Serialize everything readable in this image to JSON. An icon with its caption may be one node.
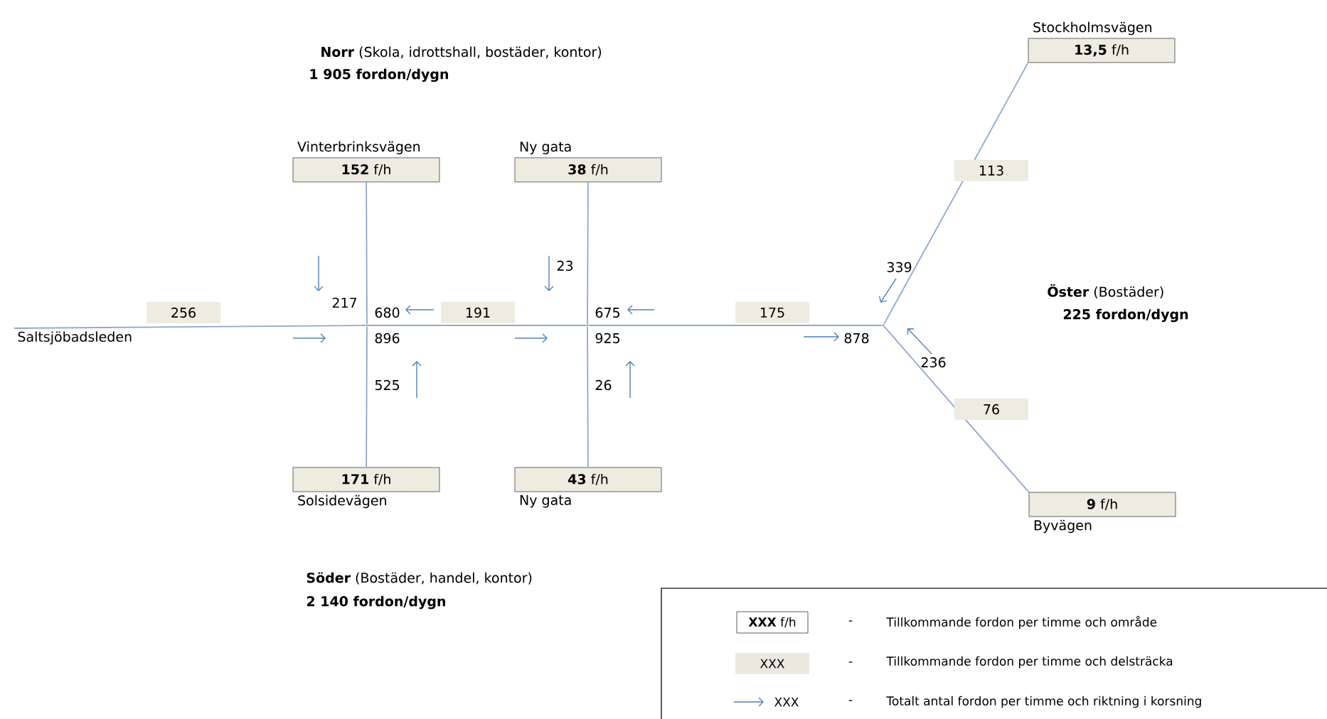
{
  "diagram": {
    "nodes": [
      {
        "text": [
          "**152** f/h"
        ],
        "beside": [
          "Vinterbrinksvägen"
        ]
      },
      {
        "text": [
          "**38** f/h"
        ],
        "beside": [
          "Ny gata"
        ]
      },
      {
        "text": [
          "**13,5** f/h"
        ],
        "beside": [
          "Stockholmsvägen"
        ]
      },
      {
        "text": [
          "**171** f/h"
        ],
        "beside": [
          "Solsidevägen"
        ]
      },
      {
        "text": [
          "**43** f/h"
        ],
        "beside": [
          "Ny gata"
        ]
      },
      {
        "text": [
          "**9** f/h"
        ],
        "beside": [
          "Byvägen"
        ]
      },
      {
        "text": [],
        "shape": "point"
      },
      {
        "text": [],
        "shape": "point"
      },
      {
        "text": [],
        "shape": "point"
      },
      {
        "text": [
          "Saltsjöbadsleden"
        ]
      }
    ],
    "edges": [
      {
        "from": 9,
        "to": 6,
        "arrow": "none",
        "label": "256"
      },
      {
        "from": 0,
        "to": 6,
        "arrow": "none"
      },
      {
        "from": 6,
        "to": 3,
        "arrow": "none"
      },
      {
        "from": 6,
        "to": 7,
        "arrow": "none",
        "label": "191"
      },
      {
        "from": 1,
        "to": 7,
        "arrow": "none"
      },
      {
        "from": 7,
        "to": 4,
        "arrow": "none"
      },
      {
        "from": 7,
        "to": 8,
        "arrow": "none",
        "label": "175"
      },
      {
        "from": 8,
        "to": 2,
        "arrow": "none",
        "label": "113"
      },
      {
        "from": 8,
        "to": 5,
        "arrow": "none",
        "label": "76"
      }
    ],
    "labels": [
      "**Norr** (Skola, idrottshall, bostäder, kontor)",
      "1 905 fordon/dygn",
      "**Öster** (Bostäder)",
      "225 fordon/dygn",
      "**Söder** (Bostäder, handel, kontor)",
      "2 140 fordon/dygn",
      "217",
      "680",
      "896",
      "525",
      "23",
      "675",
      "925",
      "26",
      "339",
      "878",
      "236",
      "**XXX** f/h",
      "-",
      "XXX",
      "-",
      "XXX",
      "-"
    ],
    "legend": [
      {
        "text": "Tillkommande fordon per timme och område"
      },
      {
        "text": "Tillkommande fordon per timme och delsträcka",
        "color": "#ebe8df"
      },
      {
        "text": "Totalt antal fordon per timme och riktning i korsning"
      }
    ]
  }
}
